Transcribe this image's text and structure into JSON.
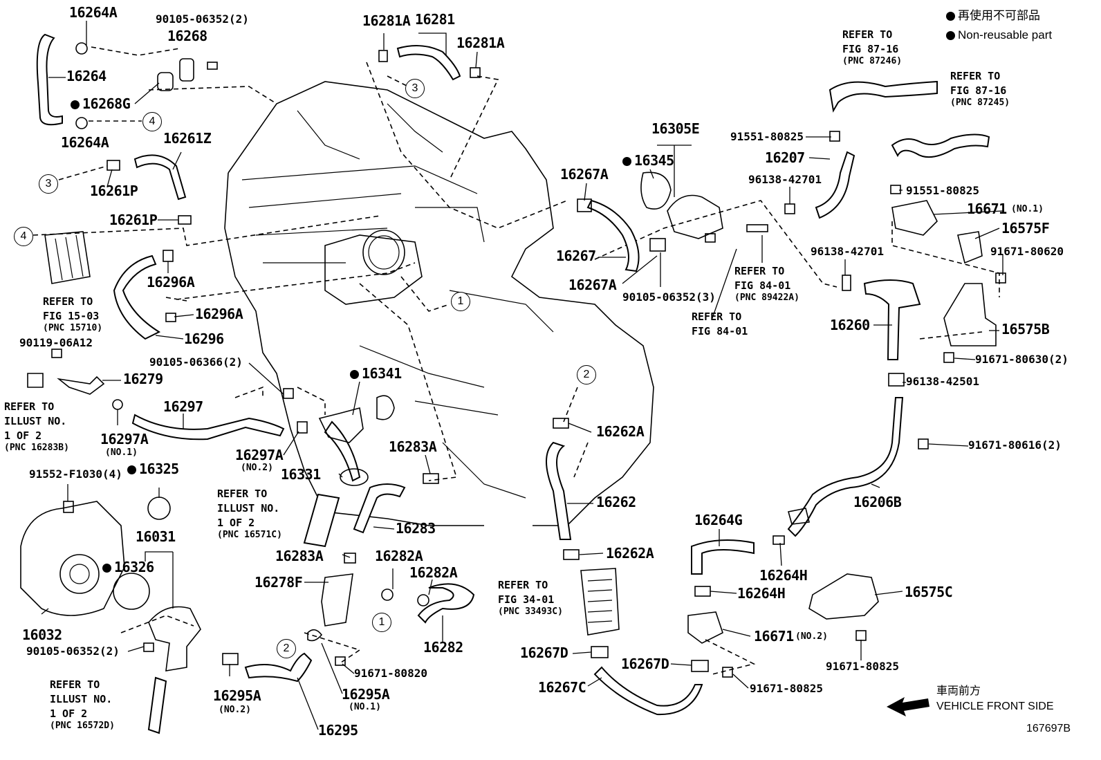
{
  "legend": {
    "line1": "再使用不可部品",
    "line2": "Non-reusable part"
  },
  "parts": [
    {
      "key": "p1",
      "text": "16264A"
    },
    {
      "key": "p2",
      "text": "90105-06352(2)"
    },
    {
      "key": "p3",
      "text": "16268"
    },
    {
      "key": "p4",
      "text": "16264"
    },
    {
      "key": "p5",
      "text": "16268G",
      "nr": true
    },
    {
      "key": "p6",
      "text": "16264A"
    },
    {
      "key": "p7",
      "text": "16261Z"
    },
    {
      "key": "p8",
      "text": "16261P"
    },
    {
      "key": "p9",
      "text": "16261P"
    },
    {
      "key": "p10",
      "text": "16296A"
    },
    {
      "key": "p11",
      "text": "16296A"
    },
    {
      "key": "p12",
      "text": "16296"
    },
    {
      "key": "p13",
      "text": "90119-06A12"
    },
    {
      "key": "p14",
      "text": "16279"
    },
    {
      "key": "p15",
      "text": "90105-06366(2)"
    },
    {
      "key": "p16",
      "text": "16297"
    },
    {
      "key": "p17",
      "text": "16297A"
    },
    {
      "key": "p17b",
      "text": "(NO.1)"
    },
    {
      "key": "p18",
      "text": "16297A"
    },
    {
      "key": "p18b",
      "text": "(NO.2)"
    },
    {
      "key": "p19",
      "text": "91552-F1030(4)"
    },
    {
      "key": "p20",
      "text": "16325",
      "nr": true
    },
    {
      "key": "p21",
      "text": "16031"
    },
    {
      "key": "p22",
      "text": "16326",
      "nr": true
    },
    {
      "key": "p23",
      "text": "16032"
    },
    {
      "key": "p24",
      "text": "90105-06352(2)"
    },
    {
      "key": "p25",
      "text": "16295A"
    },
    {
      "key": "p25b",
      "text": "(NO.2)"
    },
    {
      "key": "p26",
      "text": "16281A"
    },
    {
      "key": "p27",
      "text": "16281"
    },
    {
      "key": "p28",
      "text": "16281A"
    },
    {
      "key": "p29",
      "text": "16341",
      "nr": true
    },
    {
      "key": "p30",
      "text": "16331"
    },
    {
      "key": "p31",
      "text": "16283A"
    },
    {
      "key": "p32",
      "text": "16283"
    },
    {
      "key": "p33",
      "text": "16283A"
    },
    {
      "key": "p34",
      "text": "16282A"
    },
    {
      "key": "p35",
      "text": "16282A"
    },
    {
      "key": "p36",
      "text": "16278F"
    },
    {
      "key": "p37",
      "text": "16282"
    },
    {
      "key": "p38",
      "text": "91671-80820"
    },
    {
      "key": "p39",
      "text": "16295A"
    },
    {
      "key": "p39b",
      "text": "(NO.1)"
    },
    {
      "key": "p40",
      "text": "16295"
    },
    {
      "key": "p41",
      "text": "16262A"
    },
    {
      "key": "p42",
      "text": "16262"
    },
    {
      "key": "p43",
      "text": "16262A"
    },
    {
      "key": "p44",
      "text": "16267D"
    },
    {
      "key": "p45",
      "text": "16267C"
    },
    {
      "key": "p46",
      "text": "16267D"
    },
    {
      "key": "p47",
      "text": "16305E"
    },
    {
      "key": "p48",
      "text": "16345",
      "nr": true
    },
    {
      "key": "p49",
      "text": "16267A"
    },
    {
      "key": "p50",
      "text": "16267"
    },
    {
      "key": "p51",
      "text": "16267A"
    },
    {
      "key": "p52",
      "text": "90105-06352(3)"
    },
    {
      "key": "p53",
      "text": "91551-80825"
    },
    {
      "key": "p54",
      "text": "16207"
    },
    {
      "key": "p55",
      "text": "96138-42701"
    },
    {
      "key": "p56",
      "text": "91551-80825"
    },
    {
      "key": "p57",
      "text": "16671"
    },
    {
      "key": "p57b",
      "text": "(NO.1)"
    },
    {
      "key": "p58",
      "text": "16575F"
    },
    {
      "key": "p59",
      "text": "96138-42701"
    },
    {
      "key": "p60",
      "text": "91671-80620"
    },
    {
      "key": "p61",
      "text": "16260"
    },
    {
      "key": "p62",
      "text": "16575B"
    },
    {
      "key": "p63",
      "text": "91671-80630(2)"
    },
    {
      "key": "p64",
      "text": "96138-42501"
    },
    {
      "key": "p65",
      "text": "91671-80616(2)"
    },
    {
      "key": "p66",
      "text": "16206B"
    },
    {
      "key": "p67",
      "text": "16264G"
    },
    {
      "key": "p68",
      "text": "16264H"
    },
    {
      "key": "p69",
      "text": "16264H"
    },
    {
      "key": "p70",
      "text": "16575C"
    },
    {
      "key": "p71",
      "text": "16671"
    },
    {
      "key": "p71b",
      "text": "(NO.2)"
    },
    {
      "key": "p72",
      "text": "91671-80825"
    },
    {
      "key": "p73",
      "text": "91671-80825"
    }
  ],
  "refs": [
    {
      "key": "r1",
      "text": "REFER TO\nFIG 15-03",
      "pnc": "(PNC 15710)"
    },
    {
      "key": "r2",
      "text": "REFER TO\nILLUST NO.\n1 OF 2",
      "pnc": "(PNC 16283B)"
    },
    {
      "key": "r3",
      "text": "REFER TO\nILLUST NO.\n1 OF 2",
      "pnc": "(PNC 16571C)"
    },
    {
      "key": "r4",
      "text": "REFER TO\nILLUST NO.\n1 OF 2",
      "pnc": "(PNC 16572D)"
    },
    {
      "key": "r5",
      "text": "REFER TO\nFIG 34-01",
      "pnc": "(PNC 33493C)"
    },
    {
      "key": "r6",
      "text": "REFER TO\nFIG 84-01",
      "pnc": "(PNC 89422A)"
    },
    {
      "key": "r7",
      "text": "REFER TO\nFIG 84-01",
      "pnc": ""
    },
    {
      "key": "r8",
      "text": "REFER TO\nFIG 87-16",
      "pnc": "(PNC 87246)"
    },
    {
      "key": "r9",
      "text": "REFER TO\nFIG 87-16",
      "pnc": "(PNC 87245)"
    }
  ],
  "callouts": [
    "1",
    "1",
    "2",
    "2",
    "3",
    "3",
    "4",
    "4"
  ],
  "direction": {
    "jp": "車両前方",
    "en": "VEHICLE FRONT SIDE"
  },
  "figure_id": "167697B"
}
